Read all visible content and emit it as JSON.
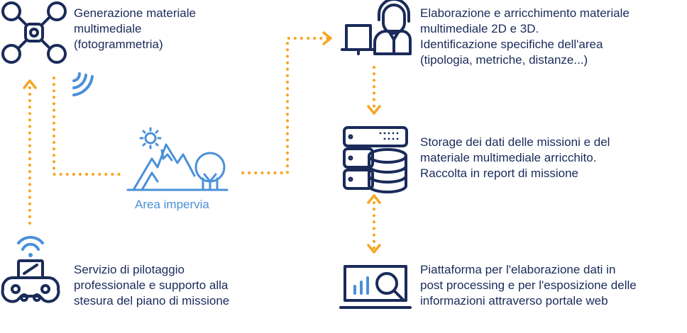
{
  "nodes": {
    "drone": {
      "lines": [
        "Generazione materiale",
        "multimediale",
        "(fotogrammetria)"
      ]
    },
    "operator": {
      "lines": [
        "Elaborazione e arricchimento materiale",
        "multimediale 2D e 3D.",
        "Identificazione specifiche dell'area",
        "(tipologia, metriche, distanze...)"
      ]
    },
    "area": {
      "label": "Area impervia"
    },
    "storage": {
      "lines": [
        "Storage dei dati delle missioni e del",
        "materiale multimediale arricchito.",
        "Raccolta in report di missione"
      ]
    },
    "pilot": {
      "lines": [
        "Servizio di pilotaggio",
        "professionale e supporto alla",
        "stesura del piano di missione"
      ]
    },
    "platform": {
      "lines": [
        "Piattaforma per l'elaborazione dati in",
        "post processing e per l'esposizione delle",
        "informazioni attraverso portale web"
      ]
    }
  },
  "colors": {
    "navy": "#1a2b5a",
    "blue": "#4a90d9",
    "orange": "#f5a623"
  }
}
